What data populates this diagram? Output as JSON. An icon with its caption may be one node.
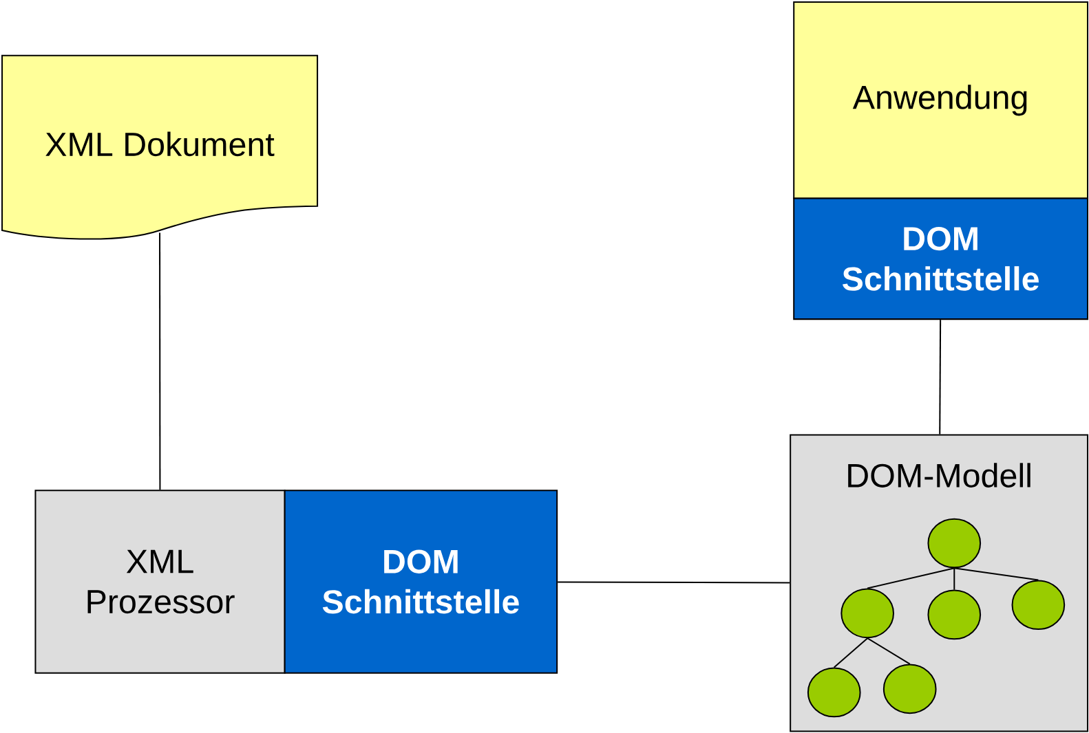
{
  "diagram": {
    "nodes": [
      {
        "text": [
          "XML Dokument"
        ]
      },
      {
        "text": [
          "XML Prozessor"
        ]
      },
      {
        "text": [
          "DOM Schnittstelle"
        ]
      },
      {
        "text": [
          "Anwendung"
        ]
      },
      {
        "text": [
          "DOM Schnittstelle"
        ]
      },
      {
        "text": [
          "DOM-Modell"
        ]
      },
      {
        "text": [],
        "shape": "circle",
        "in": 5
      },
      {
        "text": [],
        "shape": "circle",
        "in": 5
      },
      {
        "text": [],
        "shape": "circle",
        "in": 5
      },
      {
        "text": [],
        "shape": "circle",
        "in": 5
      },
      {
        "text": [],
        "shape": "circle",
        "in": 5
      },
      {
        "text": [],
        "shape": "circle",
        "in": 5
      }
    ],
    "edges": [
      {
        "from": 0,
        "to": 1,
        "arrow": "none"
      },
      {
        "from": 2,
        "to": 5,
        "arrow": "none"
      },
      {
        "from": 4,
        "to": 5,
        "arrow": "none"
      },
      {
        "from": 6,
        "to": 7,
        "arrow": "none"
      },
      {
        "from": 6,
        "to": 8,
        "arrow": "none"
      },
      {
        "from": 6,
        "to": 9,
        "arrow": "none"
      },
      {
        "from": 7,
        "to": 10,
        "arrow": "none"
      },
      {
        "from": 7,
        "to": 11,
        "arrow": "none"
      }
    ]
  }
}
